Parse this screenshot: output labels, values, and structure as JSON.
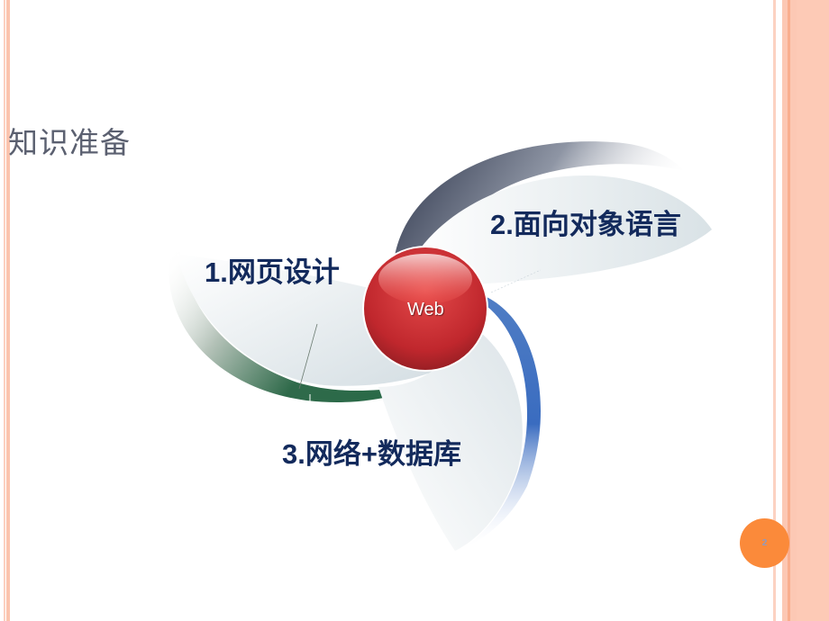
{
  "slide": {
    "title": "知识准备",
    "page_number": "2"
  },
  "diagram": {
    "center": {
      "label": "Web",
      "color": "#c0272d"
    },
    "items": [
      {
        "label": "1.网页设计",
        "accent": "#2f6a4a"
      },
      {
        "label": "2.面向对象语言",
        "accent": "#2b3550"
      },
      {
        "label": "3.网络+数据库",
        "accent": "#3a6cc0"
      }
    ]
  },
  "colors": {
    "border_accent": "#fbc4ae",
    "page_badge": "#fb8a3a",
    "label_text": "#132a5c",
    "title_text": "#5b6070"
  }
}
